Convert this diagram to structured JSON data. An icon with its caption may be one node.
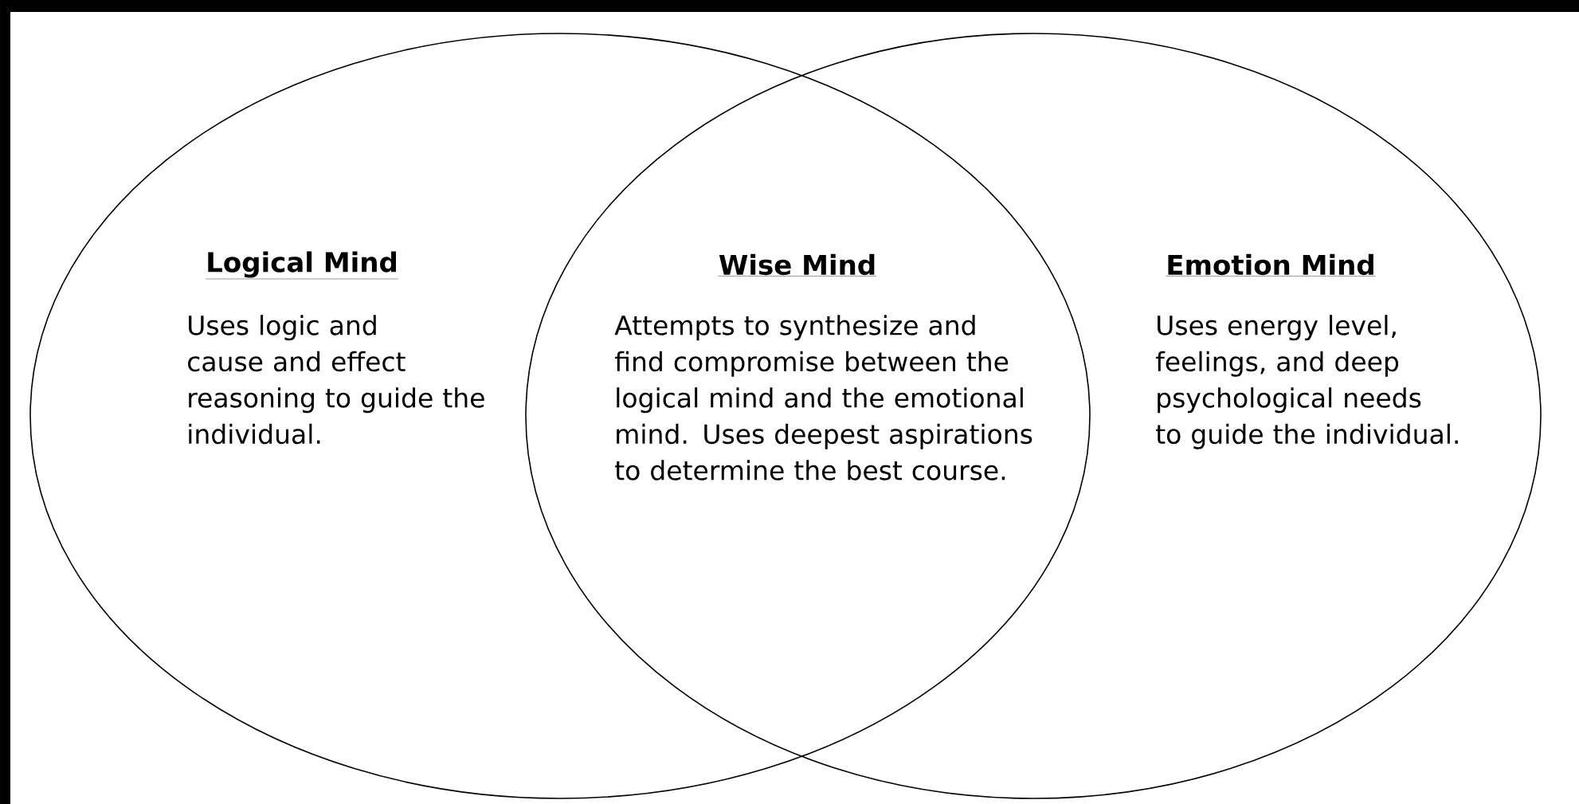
{
  "diagram": {
    "nodes": [
      {
        "text": [
          "Logical Mind",
          "Uses logic and cause and effect reasoning to guide the individual."
        ]
      },
      {
        "text": [
          "Wise Mind",
          "Attempts to synthesize and find compromise between the logical mind and the emotional mind. Uses deepest aspirations to determine the best course."
        ]
      },
      {
        "text": [
          "Emotion Mind",
          "Uses energy level, feelings, and deep psychological needs to guide the individual."
        ]
      }
    ]
  }
}
